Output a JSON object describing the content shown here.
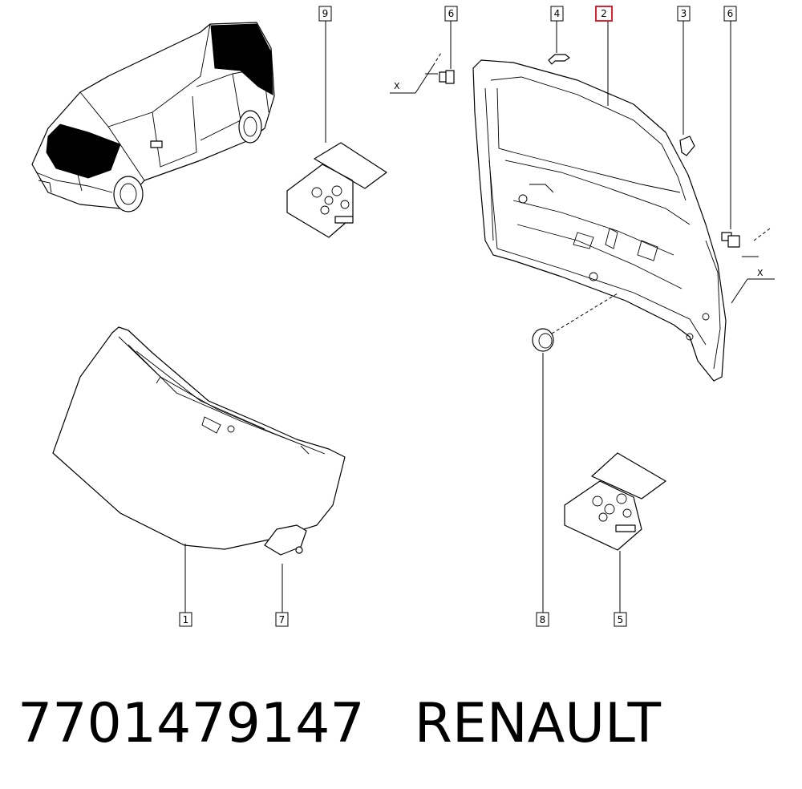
{
  "callouts": [
    {
      "id": "1",
      "label": "1",
      "highlighted": false
    },
    {
      "id": "2",
      "label": "2",
      "highlighted": true
    },
    {
      "id": "3",
      "label": "3",
      "highlighted": false
    },
    {
      "id": "4",
      "label": "4",
      "highlighted": false
    },
    {
      "id": "5",
      "label": "5",
      "highlighted": false
    },
    {
      "id": "6a",
      "label": "6",
      "highlighted": false
    },
    {
      "id": "6b",
      "label": "6",
      "highlighted": false
    },
    {
      "id": "7",
      "label": "7",
      "highlighted": false
    },
    {
      "id": "8",
      "label": "8",
      "highlighted": false
    },
    {
      "id": "9",
      "label": "9",
      "highlighted": false
    }
  ],
  "axis_labels": {
    "left": "X",
    "right": "X"
  },
  "highlight_color": "#d9232e",
  "footer": {
    "part_number": "7701479147",
    "brand": "RENAULT"
  }
}
